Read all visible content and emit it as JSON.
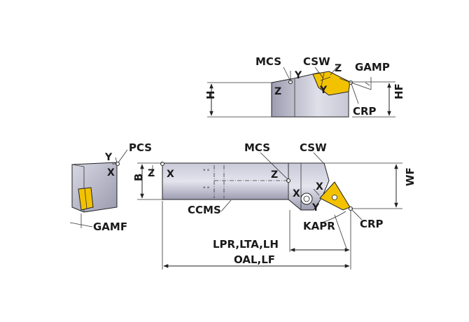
{
  "labels": {
    "mcs_top": "MCS",
    "csw_top": "CSW",
    "gamp": "GAMP",
    "h": "H",
    "hf": "HF",
    "crp_top": "CRP",
    "y_top": "Y",
    "z_top": "Z",
    "y_top_insert": "Y",
    "z_top_left": "Z",
    "pcs": "PCS",
    "y_left": "Y",
    "x_left": "X",
    "gamf": "GAMF",
    "b": "B",
    "z_main": "Z",
    "x_main": "X",
    "ccms": "CCMS",
    "mcs_main": "MCS",
    "z_mcs": "Z",
    "csw_main": "CSW",
    "wf": "WF",
    "x_head": "X",
    "x_insert": "X",
    "y_insert": "Y",
    "kapr": "KAPR",
    "crp_main": "CRP",
    "lpr": "LPR,LTA,LH",
    "oal": "OAL,LF"
  },
  "colors": {
    "shank_light": "#d9d9e6",
    "shank_dark": "#8a8a9e",
    "insert": "#f2c200",
    "line": "#222222"
  }
}
